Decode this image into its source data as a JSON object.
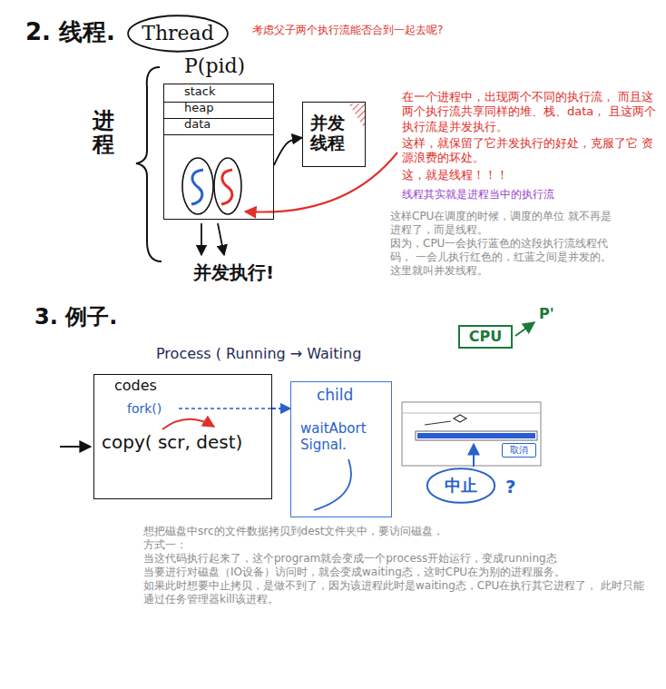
{
  "diagram": {
    "nodes": [
      {
        "text": [
          "Thread"
        ]
      },
      {
        "text": [
          "P(pid)"
        ]
      },
      {
        "text": [
          "stack"
        ],
        "in": 1
      },
      {
        "text": [
          "heap"
        ],
        "in": 1
      },
      {
        "text": [
          "data"
        ],
        "in": 1
      },
      {
        "text": [
          "并发线程"
        ]
      },
      {
        "text": [
          "codes",
          "fork()",
          "copy( scr, dest)"
        ]
      },
      {
        "text": [
          "child",
          "waitAbort Signal."
        ]
      },
      {
        "text": [
          "CPU"
        ]
      },
      {
        "text": [
          "取消"
        ]
      },
      {
        "text": [
          "中止"
        ]
      }
    ],
    "edges": [
      {
        "from": 1,
        "to": 5,
        "arrow": "to"
      },
      {
        "from": 6,
        "to": 7,
        "arrow": "to"
      }
    ],
    "labels": [
      "考虑父子两个执行流能否合到一起去呢?",
      "2. 线程.",
      "在一个进程中，出现两个不同的执行流， 而且这两个执行流共享同样的堆、栈、data， 且这两个执行流是并发执行。",
      "这样，就保留了它并发执行的好处，克服了它 资源浪费的坏处。",
      "这，就是线程！！！",
      "线程其实就是进程当中的执行流",
      "这样CPU在调度的时候，调度的单位 就不再是进程了，而是线程。",
      "因为，CPU一会执行蓝色的这段执行流线程代码， 一会儿执行红色的，红蓝之间是并发的。 这里就叫并发线程。",
      "进程",
      "并发执行!",
      "3. 例子.",
      "P'",
      "Process ( Running → Waiting",
      "?",
      "想把磁盘中src的文件数据拷贝到dest文件夹中，要访问磁盘，",
      "方式一：",
      "当这代码执行起来了，这个program就会变成一个process开始运行，变成running态",
      "当要进行对磁盘（IO设备）访问时，就会变成waiting态，这时CPU在为别的进程服务。",
      "如果此时想要中止拷贝，是做不到了，因为该进程此时是waiting态，CPU在执行其它进程了， 此时只能通过任务管理器kill该进程。"
    ]
  }
}
